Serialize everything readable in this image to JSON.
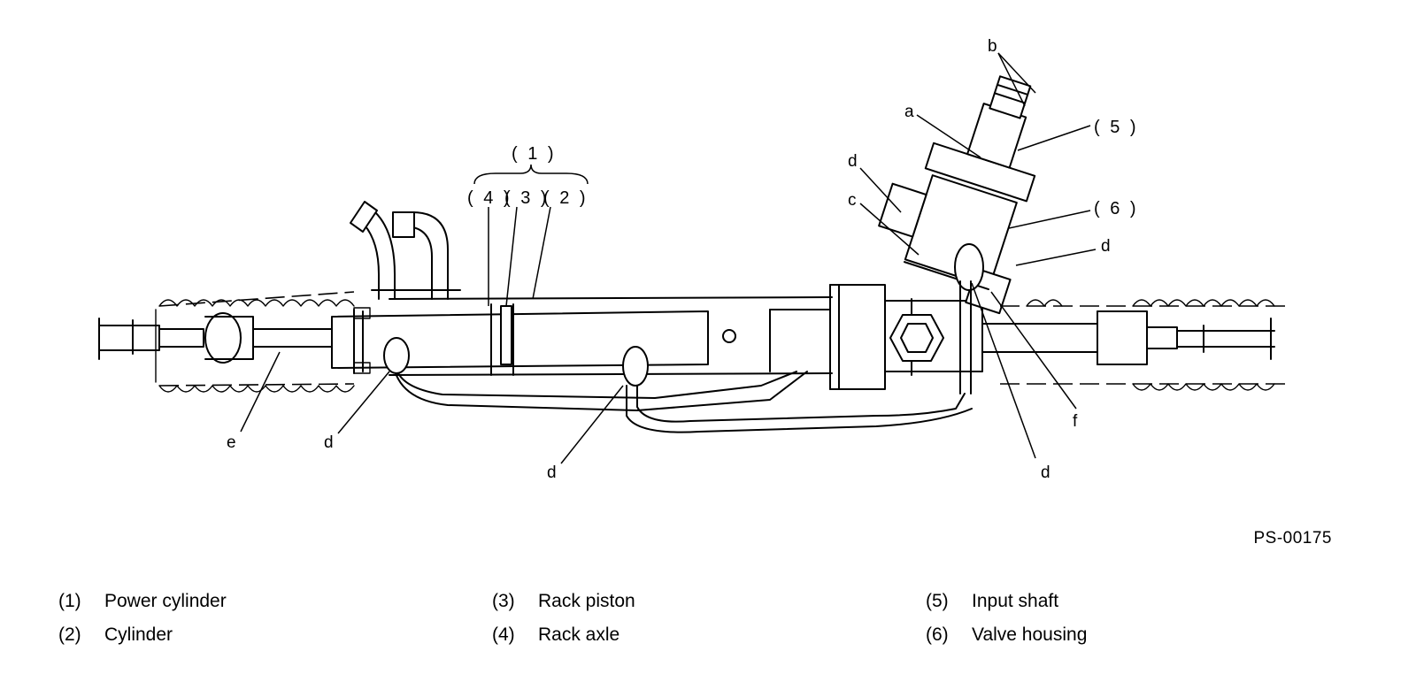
{
  "callouts": {
    "a": "a",
    "b": "b",
    "c": "c",
    "d": "d",
    "e": "e",
    "f": "f",
    "n1": "( 1 )",
    "n2": "( 2 )",
    "n3": "( 3 )",
    "n4": "( 4 )",
    "n5": "( 5 )",
    "n6": "( 6 )"
  },
  "figure_code": "PS-00175",
  "legend": [
    {
      "num": "(1)",
      "text": "Power cylinder"
    },
    {
      "num": "(2)",
      "text": "Cylinder"
    },
    {
      "num": "(3)",
      "text": "Rack piston"
    },
    {
      "num": "(4)",
      "text": "Rack axle"
    },
    {
      "num": "(5)",
      "text": "Input shaft"
    },
    {
      "num": "(6)",
      "text": "Valve housing"
    }
  ]
}
